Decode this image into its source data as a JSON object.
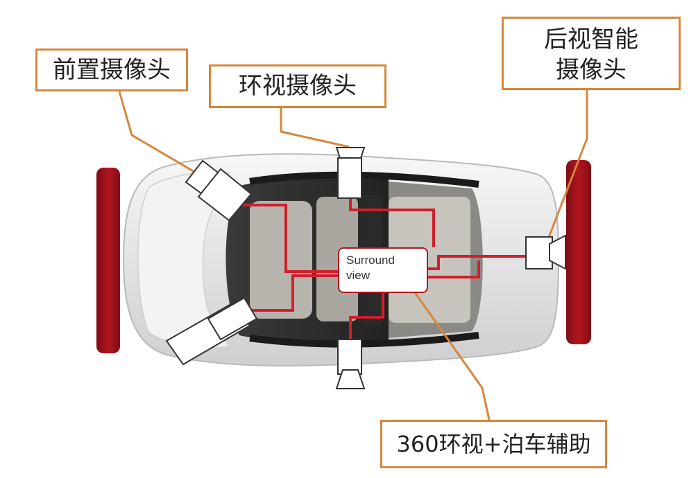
{
  "labels": {
    "front_camera": "前置摄像头",
    "surround_camera": "环视摄像头",
    "rear_camera_line1": "后视智能",
    "rear_camera_line2": "摄像头",
    "park_assist": "360环视+泊车辅助",
    "surround_view_line1": "Surround",
    "surround_view_line2": "view"
  },
  "colors": {
    "callout_line": "#d6873a",
    "wire": "#d21e2a",
    "bumper": "#a3121c",
    "car_body": "#e9e9ea"
  }
}
